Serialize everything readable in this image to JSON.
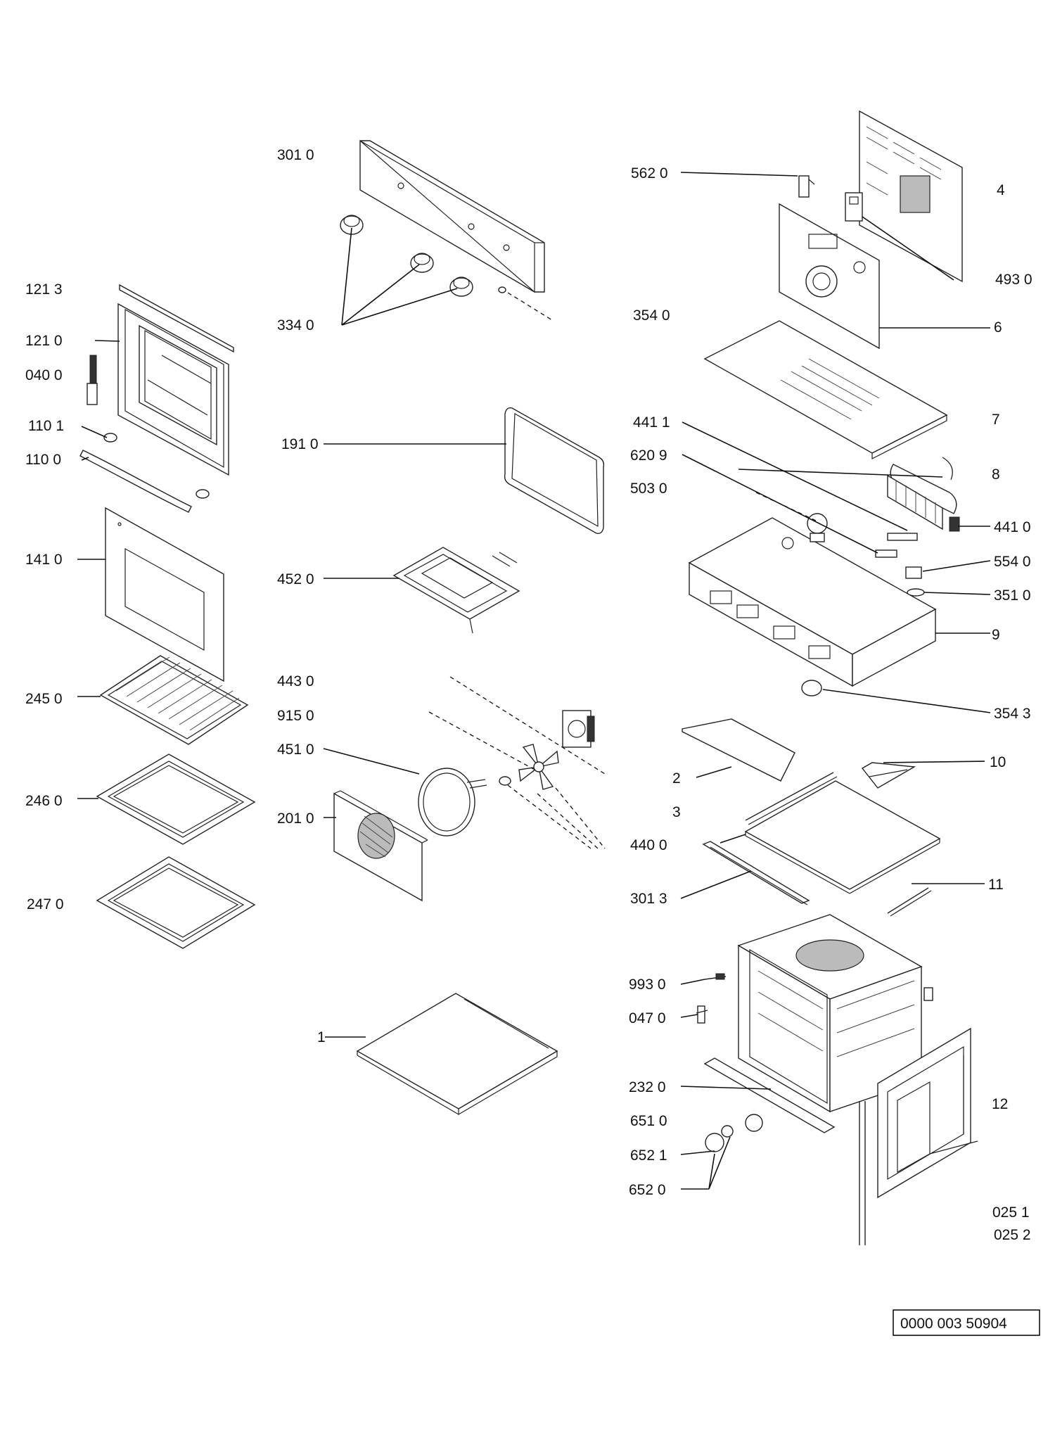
{
  "parts": [
    {
      "id": "p301_0",
      "label": "301 0"
    },
    {
      "id": "p334_0",
      "label": "334 0"
    },
    {
      "id": "p121_3",
      "label": "121 3"
    },
    {
      "id": "p121_0",
      "label": "121 0"
    },
    {
      "id": "p040_0",
      "label": "040 0"
    },
    {
      "id": "p110_1",
      "label": "110 1"
    },
    {
      "id": "p110_0",
      "label": "110 0"
    },
    {
      "id": "p141_0",
      "label": "141 0"
    },
    {
      "id": "p245_0",
      "label": "245 0"
    },
    {
      "id": "p246_0",
      "label": "246 0"
    },
    {
      "id": "p247_0",
      "label": "247 0"
    },
    {
      "id": "p191_0",
      "label": "191 0"
    },
    {
      "id": "p452_0",
      "label": "452 0"
    },
    {
      "id": "p443_0",
      "label": "443 0"
    },
    {
      "id": "p915_0",
      "label": "915 0"
    },
    {
      "id": "p451_0",
      "label": "451 0"
    },
    {
      "id": "p201_0",
      "label": "201 0"
    },
    {
      "id": "p1",
      "label": "1"
    },
    {
      "id": "p562_0",
      "label": "562 0"
    },
    {
      "id": "p4",
      "label": "4"
    },
    {
      "id": "p493_0",
      "label": "493 0"
    },
    {
      "id": "p354_0",
      "label": "354 0"
    },
    {
      "id": "p6",
      "label": "6"
    },
    {
      "id": "p7",
      "label": "7"
    },
    {
      "id": "p441_1",
      "label": "441 1"
    },
    {
      "id": "p620_9",
      "label": "620 9"
    },
    {
      "id": "p503_0",
      "label": "503 0"
    },
    {
      "id": "p8",
      "label": "8"
    },
    {
      "id": "p441_0",
      "label": "441 0"
    },
    {
      "id": "p554_0",
      "label": "554 0"
    },
    {
      "id": "p351_0",
      "label": "351 0"
    },
    {
      "id": "p9",
      "label": "9"
    },
    {
      "id": "p354_3",
      "label": "354 3"
    },
    {
      "id": "p2",
      "label": "2"
    },
    {
      "id": "p10",
      "label": "10"
    },
    {
      "id": "p3",
      "label": "3"
    },
    {
      "id": "p440_0",
      "label": "440 0"
    },
    {
      "id": "p301_3",
      "label": "301 3"
    },
    {
      "id": "p11",
      "label": "11"
    },
    {
      "id": "p993_0",
      "label": "993 0"
    },
    {
      "id": "p047_0",
      "label": "047 0"
    },
    {
      "id": "p232_0",
      "label": "232 0"
    },
    {
      "id": "p651_0",
      "label": "651 0"
    },
    {
      "id": "p652_1",
      "label": "652 1"
    },
    {
      "id": "p652_0",
      "label": "652 0"
    },
    {
      "id": "p12",
      "label": "12"
    },
    {
      "id": "p025_1",
      "label": "025 1"
    },
    {
      "id": "p025_2",
      "label": "025 2"
    }
  ],
  "document_code": "0000 003 50904"
}
